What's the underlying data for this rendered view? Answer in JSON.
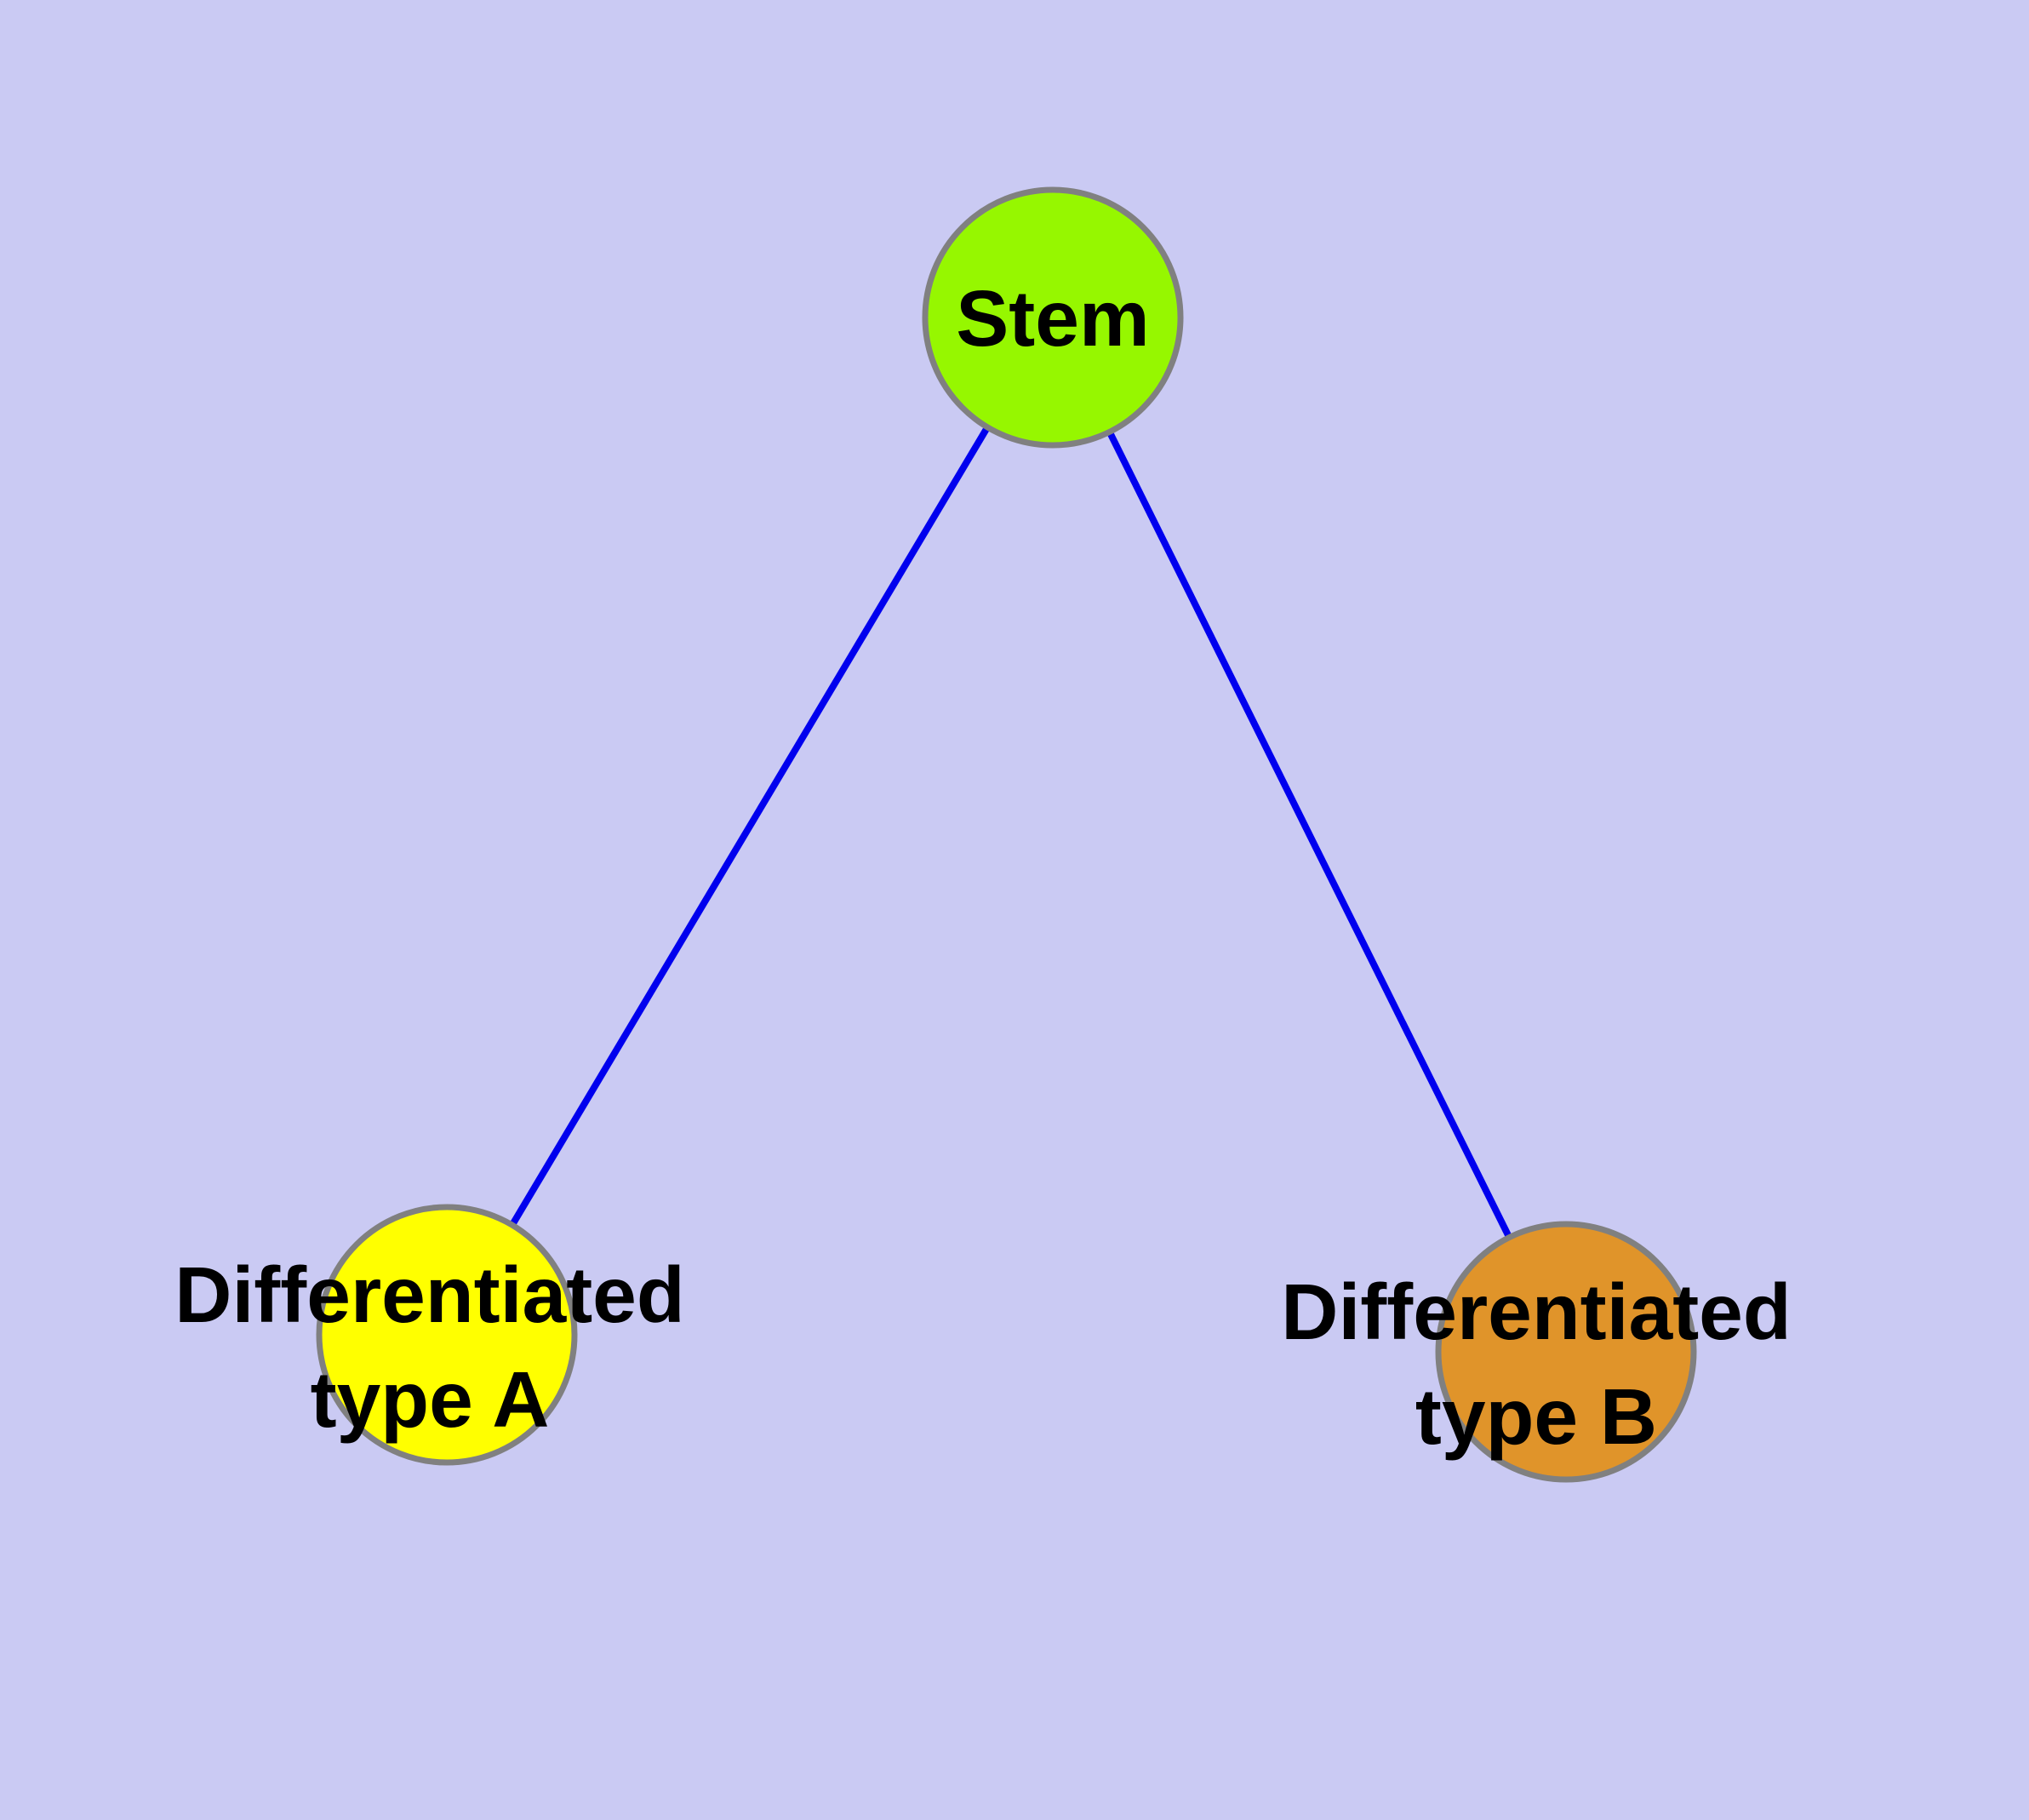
{
  "diagram": {
    "description": "Stem cell differentiation tree diagram",
    "background_color": "#CACAF3",
    "edge_color": "#0000EE",
    "node_border_color": "#808080",
    "label_color": "#000000",
    "nodes": {
      "stem": {
        "label": "Stem",
        "line1": "Stem",
        "color": "#96F700"
      },
      "type_a": {
        "label": "Differentiated type A",
        "line1": "Differentiated",
        "line2": "type A",
        "color": "#FFFF00"
      },
      "type_b": {
        "label": "Differentiated type B",
        "line1": "Differentiated",
        "line2": "type B",
        "color": "#E0942A"
      }
    },
    "edges": [
      {
        "from": "stem",
        "to": "type_a"
      },
      {
        "from": "stem",
        "to": "type_b"
      }
    ]
  }
}
